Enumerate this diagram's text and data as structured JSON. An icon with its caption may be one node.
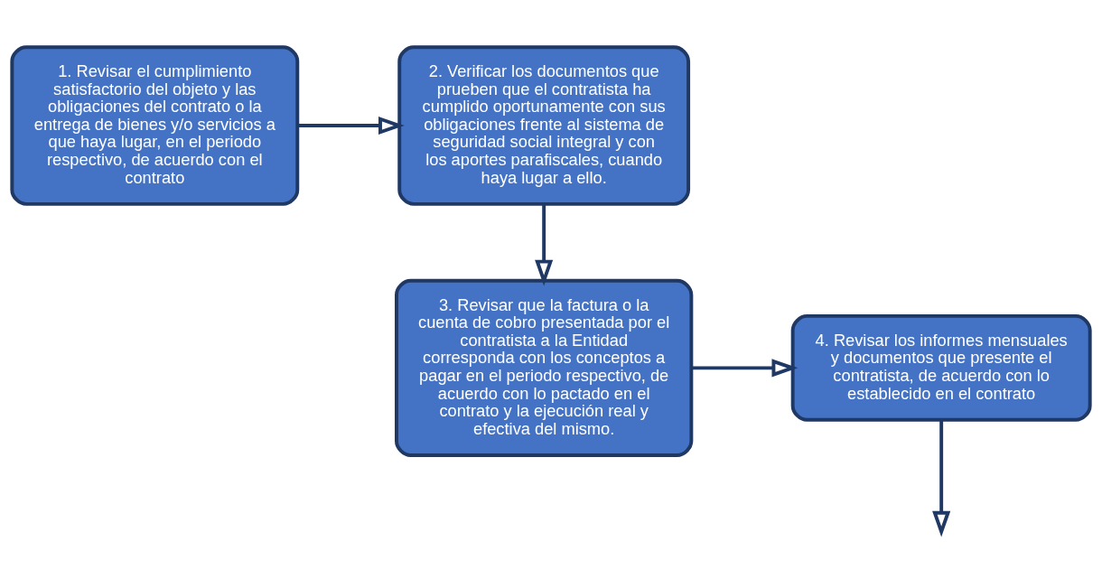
{
  "diagram": {
    "nodes": [
      {
        "text": [
          "1. Revisar el cumplimiento satisfactorio del objeto y las obligaciones del contrato o la entrega de bienes y/o servicios a que haya lugar, en el periodo respectivo, de acuerdo con el contrato"
        ]
      },
      {
        "text": [
          "2. Verificar los documentos que prueben que el contratista ha cumplido oportunamente con sus obligaciones frente al sistema de seguridad social integral y con los aportes parafiscales, cuando haya lugar a ello."
        ]
      },
      {
        "text": [
          "3. Revisar que la factura o la cuenta de cobro presentada por el contratista a la Entidad corresponda con los conceptos a pagar en el periodo respectivo, de acuerdo con lo pactado en el contrato y la ejecución real y efectiva del mismo."
        ]
      },
      {
        "text": [
          "4. Revisar los informes mensuales y documentos que presente el contratista, de acuerdo con lo establecido en el contrato"
        ]
      }
    ],
    "edges": [
      {
        "from": 0,
        "to": 1,
        "arrow": "to"
      },
      {
        "from": 1,
        "to": 2,
        "arrow": "to"
      },
      {
        "from": 2,
        "to": 3,
        "arrow": "to"
      },
      {
        "from": 3,
        "to": null,
        "arrow": "to"
      }
    ]
  }
}
